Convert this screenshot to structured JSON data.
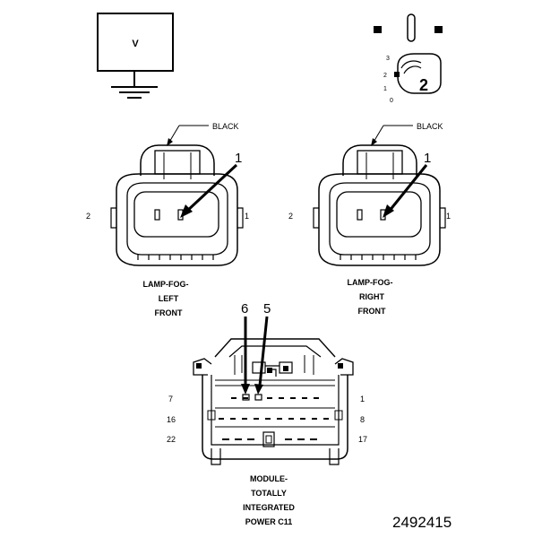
{
  "meter": {
    "display": "V"
  },
  "switch": {
    "positions": [
      "3",
      "2",
      "1",
      "0"
    ],
    "callout": "2"
  },
  "left_connector": {
    "wire_color": "BLACK",
    "pin_left": "2",
    "pin_right": "1",
    "callout": "1",
    "name_lines": [
      "LAMP-FOG-",
      "LEFT",
      "FRONT"
    ]
  },
  "right_connector": {
    "wire_color": "BLACK",
    "pin_left": "2",
    "pin_right": "1",
    "callout": "1",
    "name_lines": [
      "LAMP-FOG-",
      "RIGHT",
      "FRONT"
    ]
  },
  "tipm_connector": {
    "callout_a": "6",
    "callout_b": "5",
    "row_labels_left": [
      "7",
      "16",
      "22"
    ],
    "row_labels_right": [
      "1",
      "8",
      "17"
    ],
    "name_lines": [
      "MODULE-",
      "TOTALLY",
      "INTEGRATED",
      "POWER C11"
    ]
  },
  "figure_number": "2492415"
}
